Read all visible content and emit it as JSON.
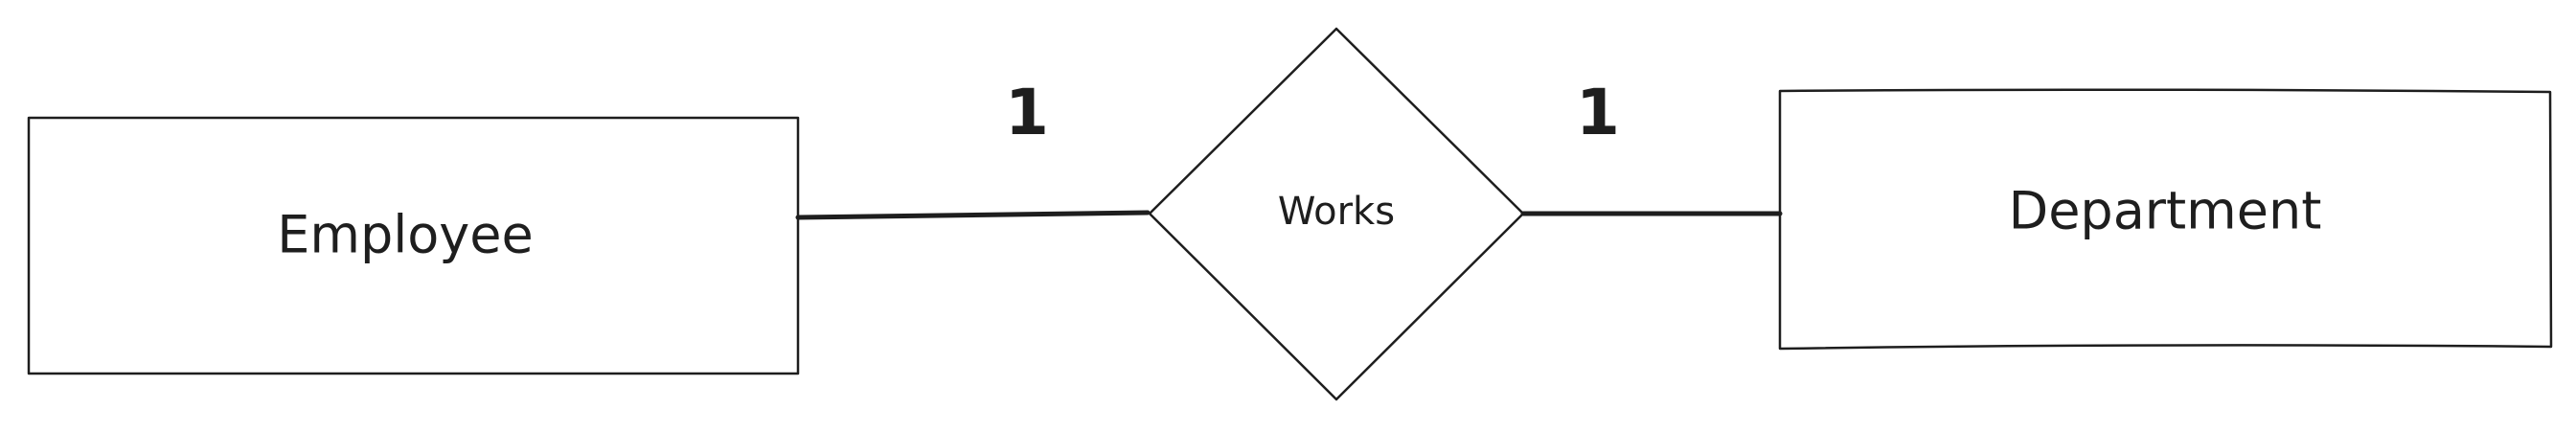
{
  "diagram": {
    "type": "er-diagram",
    "entities": [
      {
        "id": "employee",
        "label": "Employee"
      },
      {
        "id": "department",
        "label": "Department"
      }
    ],
    "relationship": {
      "id": "works",
      "label": "Works"
    },
    "cardinalities": {
      "employee_side": "1",
      "department_side": "1"
    },
    "colors": {
      "stroke": "#1e1e1e",
      "background": "#ffffff"
    }
  }
}
